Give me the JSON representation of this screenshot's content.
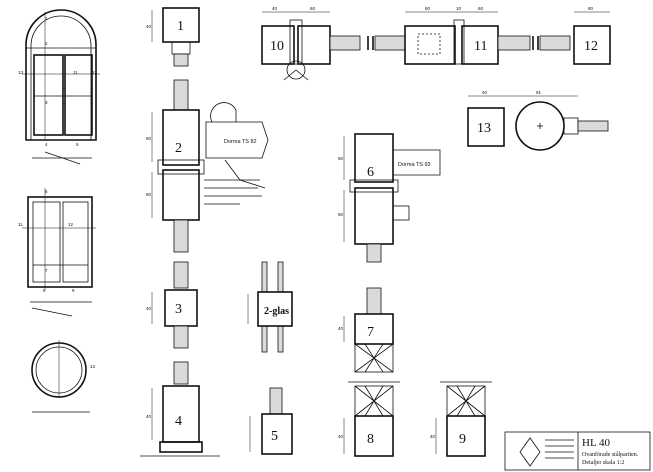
{
  "title_block": {
    "code": "HL 40",
    "line1": "Ovanförade stålpartien.",
    "line2": "Detaljer skala 1:2"
  },
  "door_closer_labels": {
    "dorma_ts82": "Dorma TS 82",
    "dorma_ts93": "Dorma TS 93"
  },
  "sections": [
    "1",
    "2",
    "3",
    "4",
    "5",
    "6",
    "7",
    "8",
    "9",
    "10",
    "11",
    "12",
    "13"
  ],
  "glass_label": "2-glas",
  "elevation_marks": {
    "arched": {
      "top": "1",
      "mid_left": "13",
      "mid_center": "11",
      "mid_right": "12",
      "low": "3",
      "bottom_left": "4",
      "bottom_right": "5",
      "upper_center": "2"
    },
    "double": {
      "top": "6",
      "left": "11",
      "center": "12",
      "bottom_left": "8",
      "bottom_center": "9",
      "mid": "7"
    },
    "round": {
      "right": "13"
    }
  },
  "dims": {
    "d40": "40",
    "d60": "60",
    "d10": "10",
    "d91": "91",
    "d80": "80"
  }
}
